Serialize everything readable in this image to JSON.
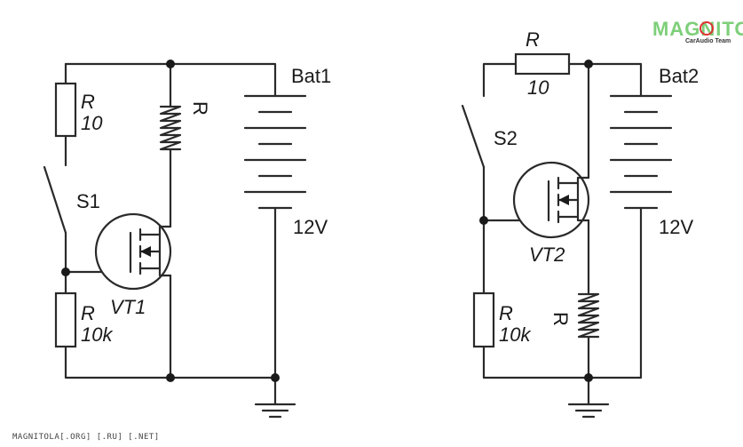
{
  "logo": {
    "name": "MAGNITOLA",
    "tagline": "CarAudio Team",
    "color": "#7ecf7a"
  },
  "footer": "MAGNITOLA[.ORG] [.RU] [.NET]",
  "circuit1": {
    "battery": "Bat1",
    "voltage": "12V",
    "switch": "S1",
    "transistor": "VT1",
    "resistor_top": {
      "name": "R",
      "value": "10"
    },
    "resistor_bottom": {
      "name": "R",
      "value": "10k"
    },
    "load": "R"
  },
  "circuit2": {
    "battery": "Bat2",
    "voltage": "12V",
    "switch": "S2",
    "transistor": "VT2",
    "resistor_top": {
      "name": "R",
      "value": "10"
    },
    "resistor_bottom": {
      "name": "R",
      "value": "10k"
    },
    "load": "R"
  }
}
